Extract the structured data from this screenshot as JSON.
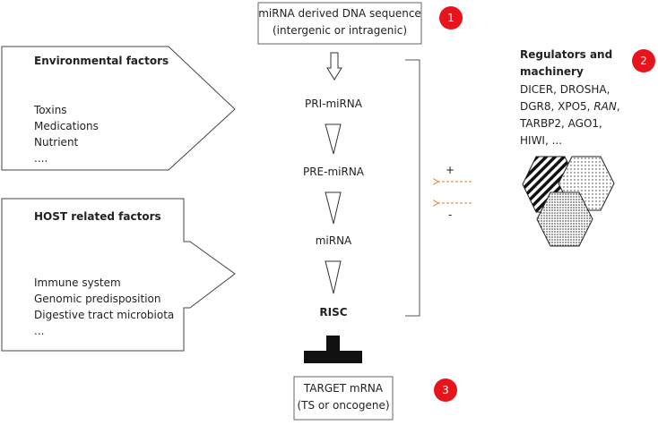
{
  "top_box": {
    "line1": "miRNA derived DNA sequence",
    "line2": "(intergenic or intragenic)"
  },
  "badges": {
    "b1": "1",
    "b2": "2",
    "b3": "3"
  },
  "environmental": {
    "title": "Environmental factors",
    "items": [
      "Toxins",
      "Medications",
      "Nutrient",
      "...."
    ]
  },
  "host": {
    "title": "HOST related factors",
    "items": [
      "Immune system",
      "Genomic predisposition",
      "Digestive tract microbiota",
      "..."
    ]
  },
  "pathway": {
    "pri": "PRI-miRNA",
    "pre": "PRE-miRNA",
    "mirna": "miRNA",
    "risc": "RISC"
  },
  "regulators": {
    "title1": "Regulators and",
    "title2": "machinery",
    "line1": "DICER, DROSHA,",
    "line2_a": "DGR8, XPO5, ",
    "line2_b": "RAN",
    "line2_c": ",",
    "line3": "TARBP2, AGO1,",
    "line4": "HIWI, ..."
  },
  "signs": {
    "plus": "+",
    "minus": "-"
  },
  "target_box": {
    "line1": "TARGET mRNA",
    "line2": "(TS or oncogene)"
  },
  "colors": {
    "badge": "#e8141b",
    "arrow_dashed": "#e07a2a",
    "stroke": "#444444"
  }
}
